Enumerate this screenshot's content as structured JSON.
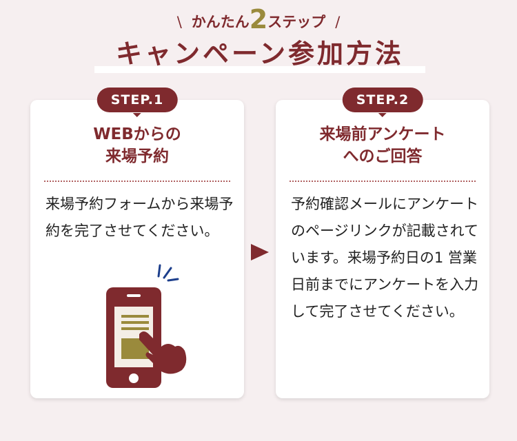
{
  "header": {
    "subtitle_pre": "かんたん",
    "subtitle_num": "2",
    "subtitle_post": "ステップ",
    "slash_left": "\\",
    "slash_right": "/",
    "title": "キャンペーン参加方法"
  },
  "steps": [
    {
      "badge": "STEP.1",
      "heading_line1": "WEBからの",
      "heading_line2": "来場予約",
      "body": "来場予約フォームから来場予約を完了させてください。"
    },
    {
      "badge": "STEP.2",
      "heading_line1": "来場前アンケート",
      "heading_line2": "へのご回答",
      "body": "予約確認メールにアンケートのページリンクが記載されています。来場予約日の1 営業日前までにアンケートを入力して完了させてください。"
    }
  ],
  "colors": {
    "accent": "#7f2a2e",
    "gold": "#9a8a3c",
    "background": "#f6eff0"
  }
}
